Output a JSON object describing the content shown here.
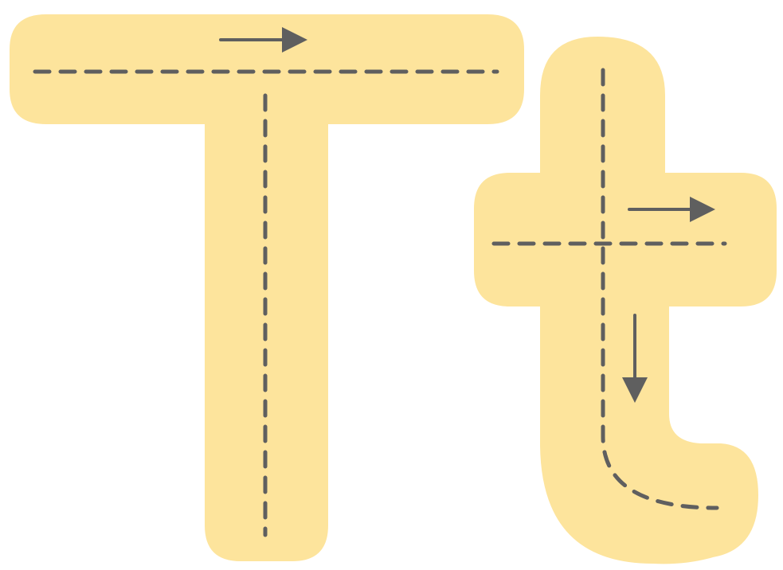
{
  "colors": {
    "background": "#ffffff",
    "letter_fill": "#fde49c",
    "guide_stroke": "#5f5f5f"
  },
  "letters": [
    {
      "glyph": "T",
      "strokes": [
        {
          "name": "horizontal-bar",
          "direction": "left-to-right"
        },
        {
          "name": "vertical-stem",
          "direction": "top-to-bottom"
        }
      ]
    },
    {
      "glyph": "t",
      "strokes": [
        {
          "name": "crossbar",
          "direction": "left-to-right"
        },
        {
          "name": "stem-with-hook",
          "direction": "top-to-bottom"
        }
      ]
    }
  ],
  "icons": {
    "arrow_right": "arrow-right-icon",
    "arrow_down": "arrow-down-icon"
  }
}
